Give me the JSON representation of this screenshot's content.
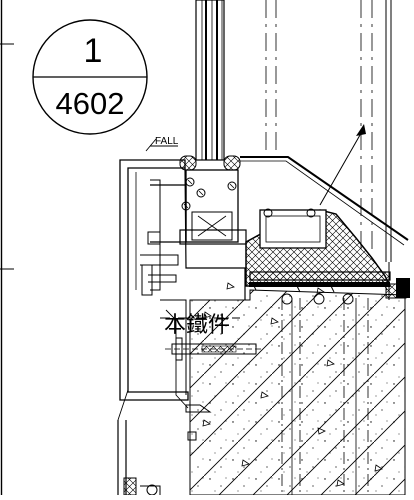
{
  "drawing": {
    "detail_callout": {
      "number": "1",
      "sheet": "4602"
    },
    "fall_label": "FALL",
    "embed_label": "本鐵件"
  }
}
